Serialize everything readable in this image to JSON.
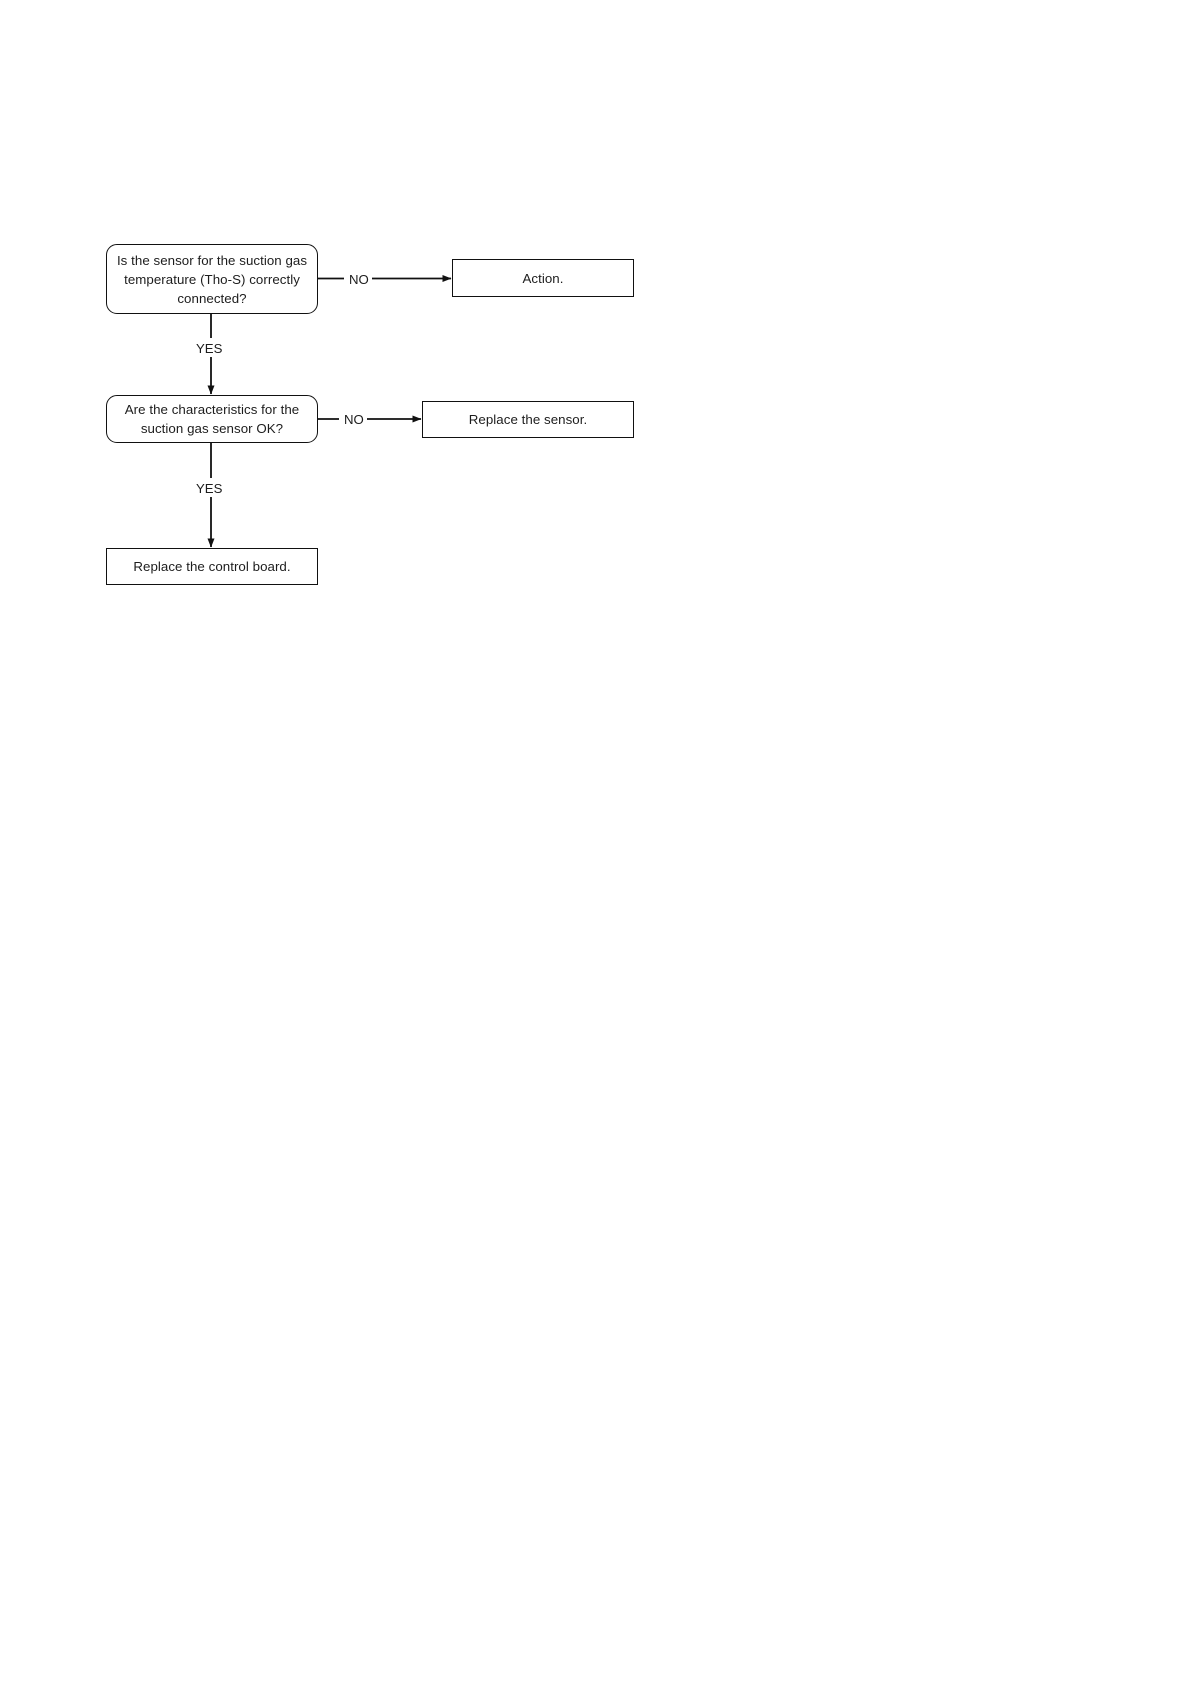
{
  "diagram": {
    "type": "flowchart",
    "title": "",
    "orientation": "top-to-bottom",
    "nodes": [
      {
        "id": "decision-1",
        "shape": "rounded-rectangle",
        "text": "Is the sensor for the suction gas\ntemperature (Tho-S) correctly\nconnected?"
      },
      {
        "id": "action-box",
        "shape": "rectangle",
        "text": "Action."
      },
      {
        "id": "decision-2",
        "shape": "rounded-rectangle",
        "text": "Are the characteristics for the\nsuction gas sensor OK?"
      },
      {
        "id": "replace-sensor-box",
        "shape": "rectangle",
        "text": "Replace the sensor."
      },
      {
        "id": "replace-board-box",
        "shape": "rectangle",
        "text": "Replace the control board."
      }
    ],
    "edges": [
      {
        "id": "edge-no-1",
        "from": "decision-1",
        "to": "action-box",
        "label": "NO",
        "direction": "right"
      },
      {
        "id": "edge-yes-1",
        "from": "decision-1",
        "to": "decision-2",
        "label": "YES",
        "direction": "down"
      },
      {
        "id": "edge-no-2",
        "from": "decision-2",
        "to": "replace-sensor-box",
        "label": "NO",
        "direction": "right"
      },
      {
        "id": "edge-yes-2",
        "from": "decision-2",
        "to": "replace-board-box",
        "label": "YES",
        "direction": "down"
      }
    ],
    "colors": {
      "stroke": "#111111",
      "text": "#1d1d1d",
      "background": "#ffffff"
    }
  }
}
